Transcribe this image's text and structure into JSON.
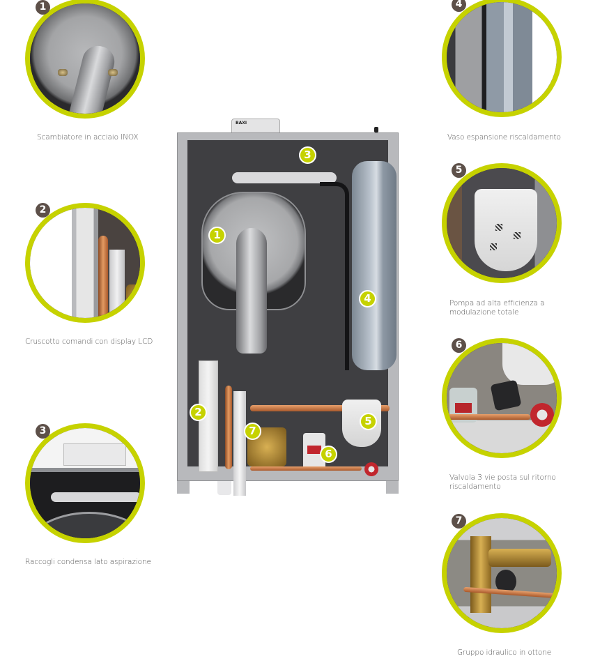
{
  "theme": {
    "ring_color": "#c6d200",
    "badge_color": "#5d5049",
    "marker_color": "#c6d200",
    "caption_color": "#555555"
  },
  "details": [
    {
      "number": "1",
      "caption": "Scambiatore in acciaio INOX",
      "side": "left"
    },
    {
      "number": "2",
      "caption": "Cruscotto comandi con display LCD",
      "side": "left"
    },
    {
      "number": "3",
      "caption": "Raccogli condensa lato aspirazione",
      "side": "left"
    },
    {
      "number": "4",
      "caption": "Vaso espansione riscaldamento",
      "side": "right"
    },
    {
      "number": "5",
      "caption_line1": "Pompa ad alta efficienza a",
      "caption_line2": "modulazione totale",
      "side": "right"
    },
    {
      "number": "6",
      "caption_line1": "Valvola 3 vie posta sul ritorno",
      "caption_line2": "riscaldamento",
      "side": "right"
    },
    {
      "number": "7",
      "caption": "Gruppo idraulico in ottone",
      "side": "right"
    }
  ],
  "boiler": {
    "brand_label": "BAXI",
    "markers": [
      "1",
      "2",
      "3",
      "4",
      "5",
      "6",
      "7"
    ]
  }
}
